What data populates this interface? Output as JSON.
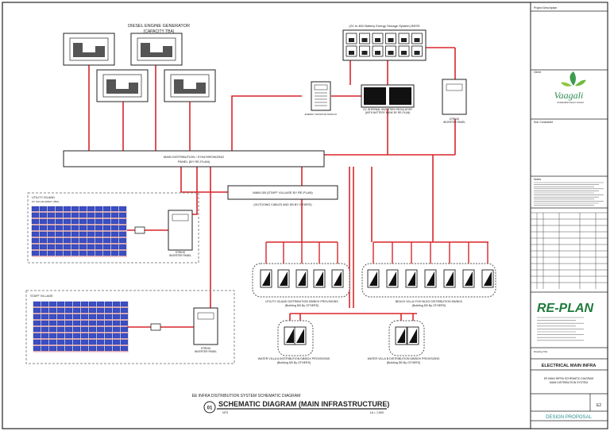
{
  "generators": {
    "title": "DIESEL ENGINE GENERATOR",
    "subtitle": "(CAPACITY TBA)"
  },
  "bess": {
    "label": "(2V to 48V Battery Energy Storage System) BESS"
  },
  "battery_monitor": {
    "label": "ENERGY MONITOR DISPLAY"
  },
  "dc_inverter": {
    "line1": "DC INTERNAL INVERTER/ REGULATOR",
    "line2": "(WITH BATTERY BANK BY RE-PLAN)"
  },
  "string_inverter_top": {
    "line1": "STRING",
    "line2": "INVERTER PANEL"
  },
  "main_panel": {
    "line1": "MAIN DISTRIBUTION / SYNCHRONIZING",
    "line2": "PANEL (BY RE-PLAN)"
  },
  "main_db": {
    "label": "MAIN DB (STAFF VILLAGE BY RE-PLAN)",
    "note": "(OUTGOING CABLES AND DB BY OTHERS)"
  },
  "utility_island": {
    "label": "UTILITY ISLAND",
    "sublabel": "PV SOLAR ARRAY (TBA)",
    "inverter_line1": "STRING",
    "inverter_line2": "INVERTER PANEL"
  },
  "staff_village": {
    "label": "STAFF VILLAGE",
    "inverter_line1": "STRING",
    "inverter_line2": "INVERTER PANEL"
  },
  "db_groups": [
    {
      "line1": "UTILITY ISLAND DISTRIBUTION DB/BOX PROVISIONS",
      "line2": "(Building DB By OTHERS)"
    },
    {
      "line1": "BEACH VILLA/ FOH BLDG DISTRIBUTION DB/BOX",
      "line2": "(Building DB By OTHERS)"
    },
    {
      "line1": "WATER VILLA A DISTRIBUTION DB/BOX PROVISIONS",
      "line2": "(Building DB By OTHERS)"
    },
    {
      "line1": "WATER VILLA B DISTRIBUTION DB/BOX PROVISIONS",
      "line2": "(Building DB By OTHERS)"
    }
  ],
  "drawing_title": {
    "top_line": "EE INFRA DISTRIBUTION SYSTEM SCHEMATIC DIAGRAM",
    "main": "SCHEMATIC DIAGRAM (MAIN INFRASTRUCTURE)",
    "number": "01",
    "left_small": "NTS",
    "right_small": "1A  =  1:500"
  },
  "title_block": {
    "project_header": "Project Description",
    "client_header": "Client",
    "logo_text": "Vaagali",
    "logo_sub": "Sustainable Resort Limited",
    "consultants_header": "Sub Consultant",
    "notes_header": "Notes",
    "company_logo": "RE-PLAN",
    "sheet_title": "ELECTRICAL MAIN INFRA",
    "drawing_header": "Drawing Title",
    "drawing_name_line1": "EE MAIN INFRA SCHEMATIC DIAGRAM",
    "drawing_name_line2": "MAIN DISTRIBUTION SYSTEM",
    "sheet_no": "E2",
    "status": "DESIGN PROPOSAL"
  },
  "colors": {
    "feeder": "#d8262c",
    "equipment": "#222222",
    "pv_blue": "#3b4fc4",
    "logo_green": "#2e8b57",
    "status_teal": "#2a8f8f"
  }
}
